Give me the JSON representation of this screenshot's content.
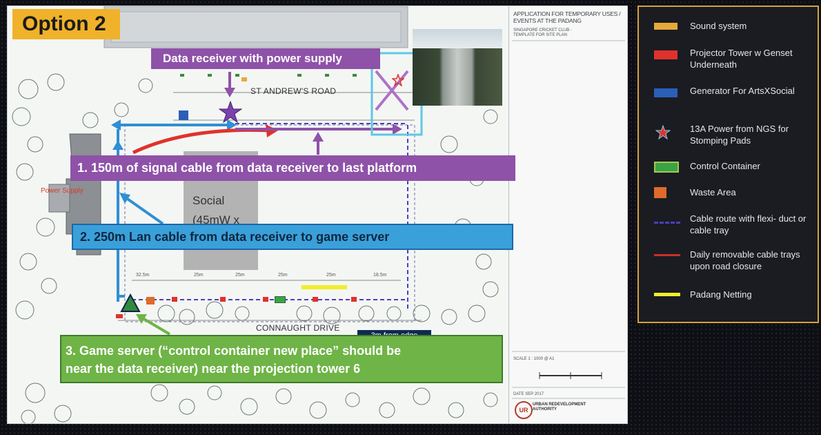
{
  "option_label": "Option 2",
  "title_block": {
    "application": "APPLICATION FOR TEMPORARY USES / EVENTS AT THE PADANG",
    "club": "SINGAPORE CRICKET CLUB -",
    "template": "TEMPLATE FOR SITE PLAN",
    "scale": "SCALE   1 : 1000 @ A1",
    "date": "DATE     SEP 2017",
    "authority": "URBAN REDEVELOPMENT AUTHORITY",
    "ura_logo": "UR"
  },
  "plan": {
    "road_top": "ST  ANDREW'S  ROAD",
    "road_bottom": "CONNAUGHT   DRIVE",
    "power_supply": "Power Supply",
    "social_line1": "Social",
    "social_line2": "(45mW x",
    "edge_tag": "3m from edge",
    "dimensions": [
      "32.5m",
      "25m",
      "25m",
      "25m",
      "25m",
      "18.5m"
    ]
  },
  "callouts": {
    "data_receiver": "Data receiver with power supply",
    "signal_cable": "1. 150m of signal cable from data receiver to last platform",
    "lan_cable": "2. 250m Lan cable from data receiver to game server",
    "game_server_line1": "3. Game server (“control container new place” should be",
    "game_server_line2": "near the data receiver) near the projection tower 6"
  },
  "legend": [
    {
      "label": "Sound system",
      "color": "#e8a93a",
      "icon": "orange-square-icon"
    },
    {
      "label": "Projector Tower  w Genset Underneath",
      "color": "#e0322c",
      "icon": "red-square-icon"
    },
    {
      "label": "Generator For ArtsXSocial",
      "color": "#2a5fb8",
      "icon": "blue-square-icon"
    },
    {
      "label": "13A Power from NGS for Stomping Pads",
      "color": "#e0322c",
      "icon": "red-star-icon"
    },
    {
      "label": "Control Container",
      "color": "#3aa347",
      "icon": "green-container-icon"
    },
    {
      "label": "Waste Area",
      "color": "#e06a2a",
      "icon": "orange-waste-icon"
    },
    {
      "label": "Cable route with flexi- duct or cable tray",
      "color": "#4a3fbf",
      "icon": "purple-dash-line-icon"
    },
    {
      "label": "Daily removable cable trays upon road closure",
      "color": "#c8302a",
      "icon": "red-line-icon"
    },
    {
      "label": "Padang Netting",
      "color": "#f0ee2a",
      "icon": "yellow-line-icon"
    }
  ],
  "colors": {
    "purple_callout": "#8e52a8",
    "blue_callout": "#3aa0da",
    "green_callout": "#6fb446",
    "arrow_blue": "#2f8fd4",
    "arrow_red": "#e0322c",
    "option_tag": "#f0b22a",
    "legend_border": "#d8a23c"
  }
}
